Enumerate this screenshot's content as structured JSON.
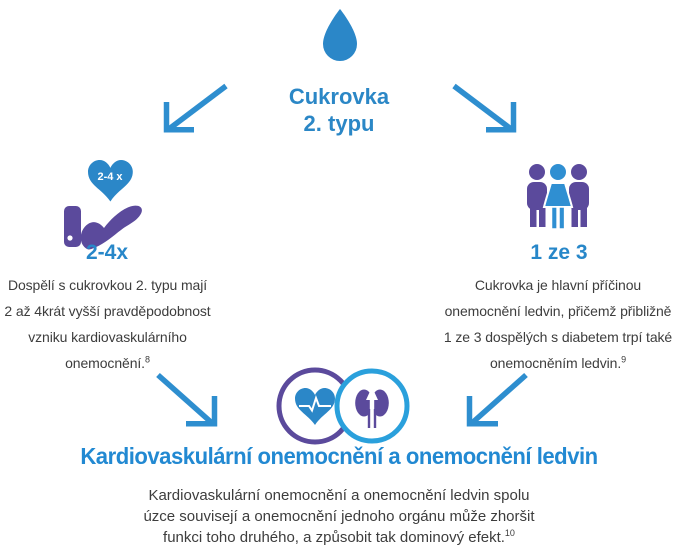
{
  "colors": {
    "blue": "#2b87c8",
    "arrow_blue": "#2e8ecf",
    "light_blue": "#2aa0dc",
    "purple": "#5b4a9c",
    "body_text": "#3d3d3d",
    "outcome_heading_blue": "#2289d2"
  },
  "top": {
    "line1": "Cukrovka",
    "line2": "2. typu"
  },
  "left": {
    "badge": "2-4 x",
    "heading": "2-4x",
    "lines": [
      "Dospělí s cukrovkou 2. typu mají",
      "2 až 4krát vyšší pravděpodobnost",
      "vzniku kardiovaskulárního",
      "onemocnění."
    ],
    "ref": "8"
  },
  "right": {
    "heading": "1 ze 3",
    "lines": [
      "Cukrovka je hlavní příčinou",
      "onemocnění ledvin, přičemž přibližně",
      "1 ze 3 dospělých s diabetem trpí také",
      "onemocněním ledvin."
    ],
    "ref": "9"
  },
  "bottom": {
    "heading": "Kardiovaskulární onemocnění a onemocnění ledvin",
    "lines": [
      "Kardiovaskulární onemocnění a onemocnění ledvin spolu",
      "úzce souvisejí a onemocnění jednoho orgánu může zhoršit",
      "funkci toho druhého, a způsobit tak dominový efekt."
    ],
    "ref": "10"
  },
  "icons": {
    "water_drop": "water-drop",
    "heart_in_hand": "heart-in-hand",
    "people_group": "three-people",
    "venn": "heart-and-kidneys-overlapping-circles",
    "arrows": [
      "down-left",
      "down-right",
      "down-right",
      "down-left"
    ]
  }
}
